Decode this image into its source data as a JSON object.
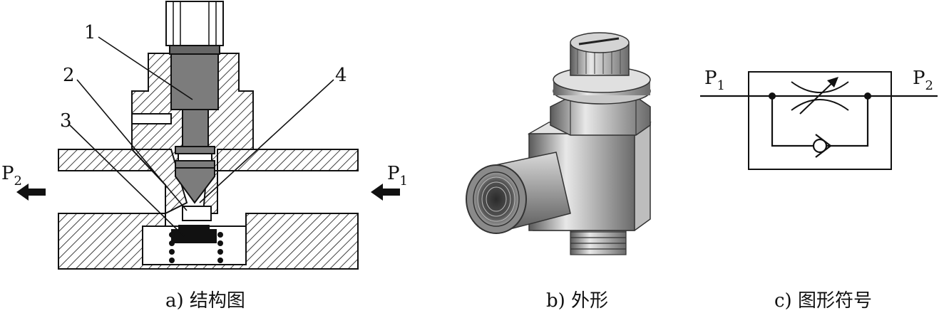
{
  "panel_a": {
    "caption": "a) 结构图",
    "callouts": [
      "1",
      "2",
      "3",
      "4"
    ],
    "port_left": {
      "base": "P",
      "sub": "2"
    },
    "port_right": {
      "base": "P",
      "sub": "1"
    }
  },
  "panel_b": {
    "caption": "b) 外形"
  },
  "panel_c": {
    "caption": "c) 图形符号",
    "port_left": {
      "base": "P",
      "sub": "1"
    },
    "port_right": {
      "base": "P",
      "sub": "2"
    }
  }
}
